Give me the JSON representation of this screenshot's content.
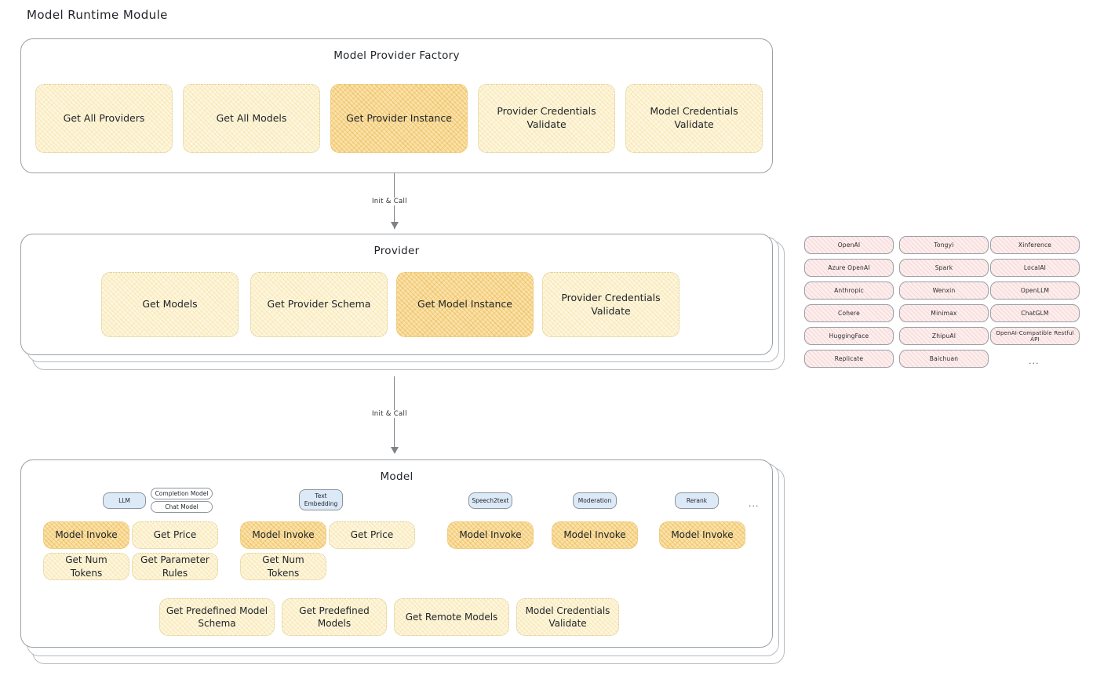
{
  "page": {
    "title": "Model Runtime Module"
  },
  "factory": {
    "title": "Model Provider Factory",
    "nodes": [
      {
        "label": "Get All Providers",
        "highlight": false
      },
      {
        "label": "Get All Models",
        "highlight": false
      },
      {
        "label": "Get Provider Instance",
        "highlight": true
      },
      {
        "label": "Provider Credentials Validate",
        "highlight": false
      },
      {
        "label": "Model Credentials Validate",
        "highlight": false
      }
    ]
  },
  "arrows": [
    {
      "label": "Init & Call"
    },
    {
      "label": "Init & Call"
    }
  ],
  "provider": {
    "title": "Provider",
    "nodes": [
      {
        "label": "Get Models",
        "highlight": false
      },
      {
        "label": "Get Provider Schema",
        "highlight": false
      },
      {
        "label": "Get Model Instance",
        "highlight": true
      },
      {
        "label": "Provider Credentials Validate",
        "highlight": false
      }
    ]
  },
  "provider_list": {
    "columns": [
      [
        "OpenAI",
        "Azure OpenAI",
        "Anthropic",
        "Cohere",
        "HuggingFace",
        "Replicate"
      ],
      [
        "Tongyi",
        "Spark",
        "Wenxin",
        "Minimax",
        "ZhipuAI",
        "Baichuan"
      ],
      [
        "Xinference",
        "LocalAI",
        "OpenLLM",
        "ChatGLM",
        "OpenAI-Compatible Restful API"
      ]
    ],
    "more": "..."
  },
  "model": {
    "title": "Model",
    "more": "...",
    "groups": [
      {
        "pill": "LLM",
        "subpills": [
          "Completion Model",
          "Chat Model"
        ],
        "nodes": [
          {
            "label": "Model Invoke",
            "highlight": true
          },
          {
            "label": "Get Price",
            "highlight": false
          },
          {
            "label": "Get Num Tokens",
            "highlight": false
          },
          {
            "label": "Get Parameter Rules",
            "highlight": false
          }
        ]
      },
      {
        "pill": "Text Embedding",
        "subpills": [],
        "nodes": [
          {
            "label": "Model Invoke",
            "highlight": true
          },
          {
            "label": "Get Price",
            "highlight": false
          },
          {
            "label": "Get Num Tokens",
            "highlight": false
          }
        ]
      },
      {
        "pill": "Speech2text",
        "subpills": [],
        "nodes": [
          {
            "label": "Model Invoke",
            "highlight": true
          }
        ]
      },
      {
        "pill": "Moderation",
        "subpills": [],
        "nodes": [
          {
            "label": "Model Invoke",
            "highlight": true
          }
        ]
      },
      {
        "pill": "Rerank",
        "subpills": [],
        "nodes": [
          {
            "label": "Model Invoke",
            "highlight": true
          }
        ]
      }
    ],
    "common_nodes": [
      {
        "label": "Get Predefined Model Schema"
      },
      {
        "label": "Get Predefined Models"
      },
      {
        "label": "Get Remote Models"
      },
      {
        "label": "Model Credentials Validate"
      }
    ]
  },
  "colors": {
    "node_fill": "#fdf6df",
    "node_fill_highlight": "#fbe2ab",
    "chip_fill": "#fdeeee",
    "pill_fill": "#dce9f7",
    "panel_border": "#9aa0a6"
  }
}
